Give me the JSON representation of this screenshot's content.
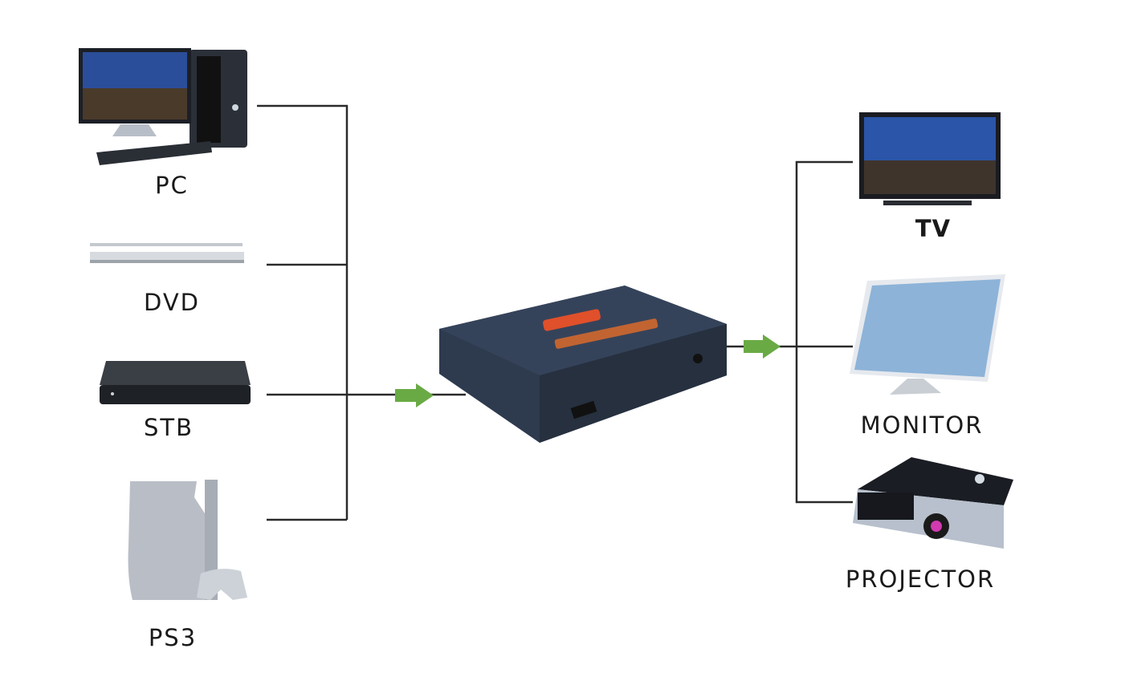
{
  "diagram": {
    "title": "",
    "sources": [
      {
        "id": "pc",
        "label": "PC",
        "icon": "desktop-computer-icon"
      },
      {
        "id": "dvd",
        "label": "DVD",
        "icon": "dvd-player-icon"
      },
      {
        "id": "stb",
        "label": "STB",
        "icon": "set-top-box-icon"
      },
      {
        "id": "ps3",
        "label": "PS3",
        "icon": "game-console-icon"
      }
    ],
    "hub": {
      "id": "switch",
      "label": "",
      "icon": "switch-box-icon",
      "accent": "#e0502a"
    },
    "outputs": [
      {
        "id": "tv",
        "label": "TV",
        "icon": "tv-icon"
      },
      {
        "id": "monitor",
        "label": "MONITOR",
        "icon": "monitor-icon"
      },
      {
        "id": "projector",
        "label": "PROJECTOR",
        "icon": "projector-icon"
      }
    ],
    "edges": [
      {
        "from": "pc",
        "to": "switch"
      },
      {
        "from": "dvd",
        "to": "switch"
      },
      {
        "from": "stb",
        "to": "switch"
      },
      {
        "from": "ps3",
        "to": "switch"
      },
      {
        "from": "switch",
        "to": "tv"
      },
      {
        "from": "switch",
        "to": "monitor"
      },
      {
        "from": "switch",
        "to": "projector"
      }
    ],
    "colors": {
      "line": "#2a2a2a",
      "arrow": "#6aaa45",
      "device": "#2e3a4e"
    }
  }
}
